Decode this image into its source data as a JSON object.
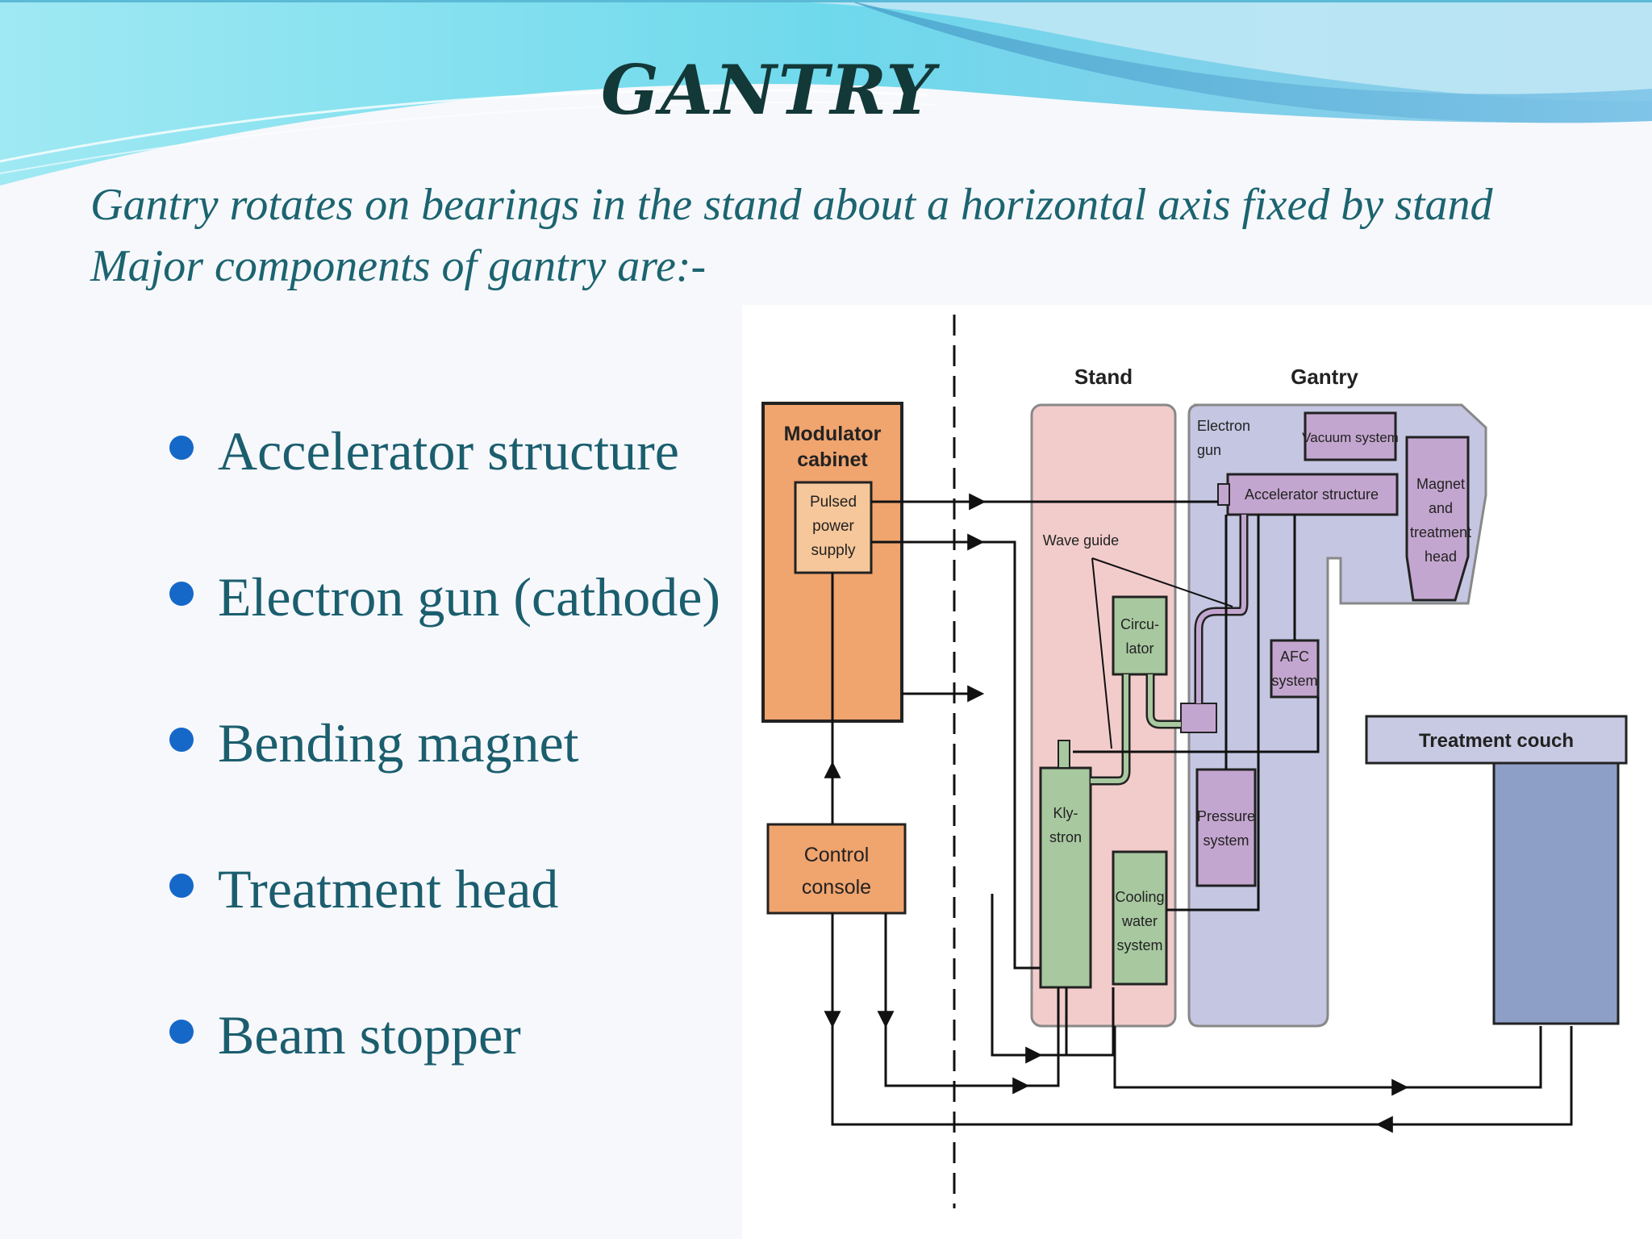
{
  "slide": {
    "title": "GANTRY",
    "subtitle_line1": "Gantry rotates on bearings in the stand about a horizontal axis  fixed by stand",
    "subtitle_line2": "Major components of gantry are:-"
  },
  "components": [
    "Accelerator structure",
    "Electron gun (cathode)",
    "Bending magnet",
    "Treatment head",
    "Beam stopper"
  ],
  "diagram": {
    "stand_label": "Stand",
    "gantry_label": "Gantry",
    "modulator_cabinet": [
      "Modulator",
      "cabinet"
    ],
    "pulsed_power_supply": [
      "Pulsed",
      "power",
      "supply"
    ],
    "control_console": [
      "Control",
      "console"
    ],
    "electron_gun": [
      "Electron",
      "gun"
    ],
    "vacuum_system": "Vacuum system",
    "accelerator_structure": "Accelerator structure",
    "magnet_treatment_head": [
      "Magnet",
      "and",
      "treatment",
      "head"
    ],
    "wave_guide": "Wave guide",
    "circulator": [
      "Circu-",
      "lator"
    ],
    "afc_system": [
      "AFC",
      "system"
    ],
    "klystron": [
      "Kly-",
      "stron"
    ],
    "pressure_system": [
      "Pressure",
      "system"
    ],
    "cooling_water_system": [
      "Cooling",
      "water",
      "system"
    ],
    "treatment_couch": "Treatment couch",
    "colors": {
      "modulator": "#f0a46e",
      "stand": "#f2cccb",
      "gantry": "#c4c6e2",
      "green_box": "#a8c8a0",
      "purple_box": "#c3a6cf",
      "couch_top": "#c8c9e3",
      "couch_leg": "#8d9fc6"
    }
  }
}
